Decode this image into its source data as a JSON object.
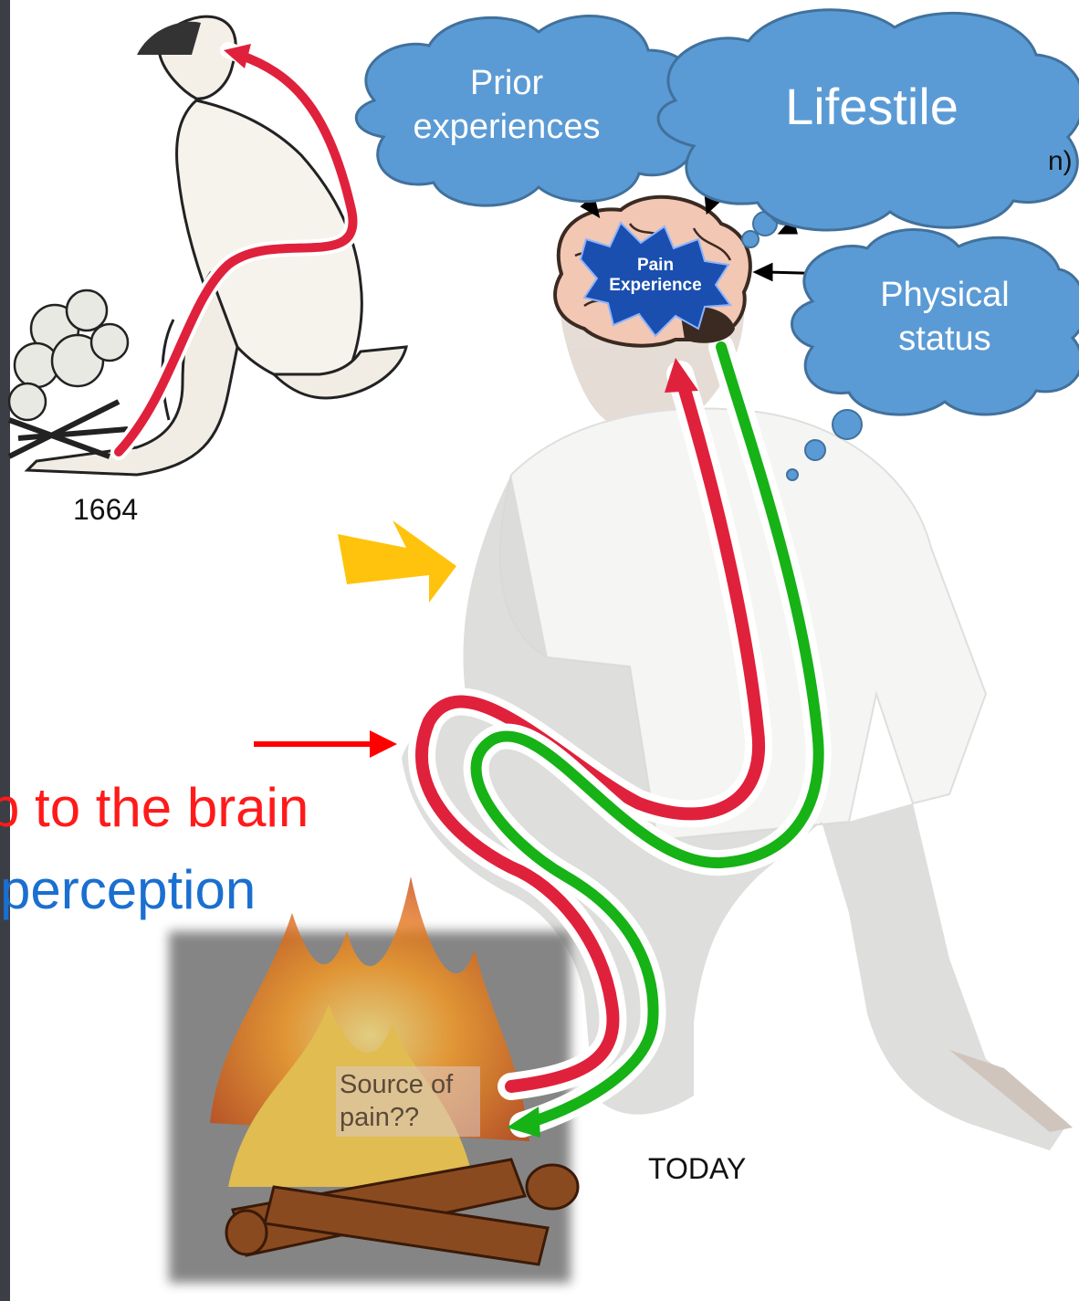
{
  "labels": {
    "year_label": "1664",
    "today_label": "TODAY",
    "source_label": "Source of pain??",
    "caption_line1": "p to the brain",
    "caption_line2": "perception",
    "partial_hidden_text": "n)"
  },
  "clouds": {
    "prior": "Prior experiences",
    "lifestyle": "Lifestile",
    "physical": "Physical status"
  },
  "brain": {
    "badge_line1": "Pain",
    "badge_line2": "Experience"
  },
  "colors": {
    "cloud_fill": "#5b9bd5",
    "cloud_stroke": "#41719c",
    "ascending_path": "#e0213c",
    "descending_path": "#16b216",
    "arrow_red": "#ff0000",
    "caption_blue": "#1a6fd0",
    "yellow_arrow": "#ffc000"
  }
}
